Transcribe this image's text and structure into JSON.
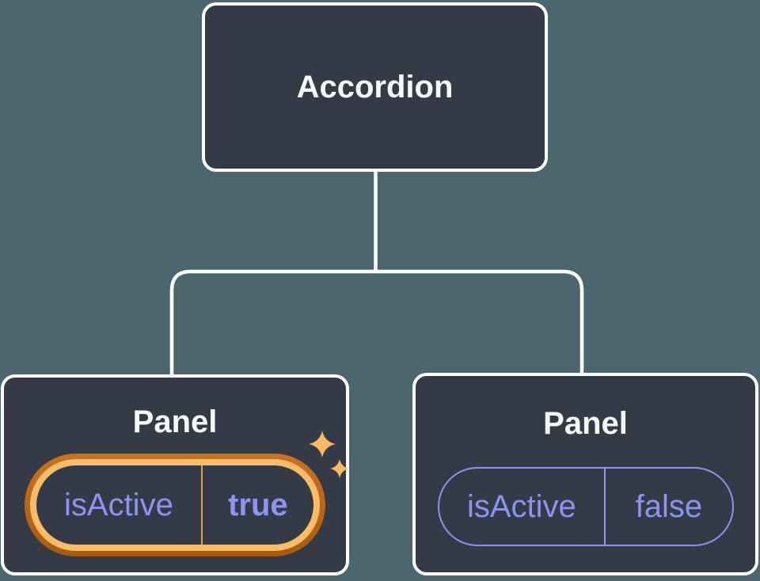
{
  "colors": {
    "bg": "#4c6670",
    "card": "#343a46",
    "line": "#ffffff",
    "label-text": "#f6f7f9",
    "purple": "#8b94f0",
    "ring-outer-top": "#c9721f",
    "ring-outer-bottom": "#a85c10",
    "ring-inner": "#f9bc68",
    "gold-divider": "#dda052",
    "sparkle": "#f8ba62"
  },
  "icons": {
    "sparkles": "sparkles-icon"
  },
  "tree": {
    "root": {
      "label": "Accordion"
    },
    "children": [
      {
        "label": "Panel",
        "highlighted": true,
        "state": {
          "name": "isActive",
          "value": "true"
        }
      },
      {
        "label": "Panel",
        "highlighted": false,
        "state": {
          "name": "isActive",
          "value": "false"
        }
      }
    ]
  }
}
